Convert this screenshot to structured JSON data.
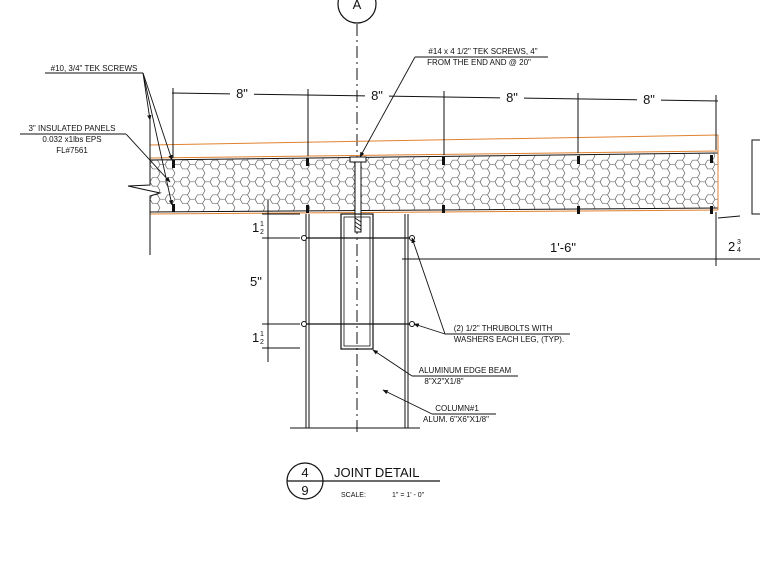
{
  "section_marker": "A",
  "notes": {
    "tek_small": "#10, 3/4\" TEK SCREWS",
    "panels_1": "3\" INSULATED PANELS",
    "panels_2": "0.032 x1lbs EPS",
    "panels_3": "FL#7561",
    "tek_large_1": "#14 x 4 1/2\" TEK SCREWS,  4\"",
    "tek_large_2": "FROM THE END AND @ 20\"",
    "thrubolts_1": "(2) 1/2\" THRUBOLTS WITH",
    "thrubolts_2": "WASHERS EACH LEG, (TYP).",
    "edge_beam_1": "ALUMINUM EDGE BEAM",
    "edge_beam_2": "8\"X2\"X1/8\"",
    "column_1": "COLUMN#1",
    "column_2": "ALUM. 6\"X6\"X1/8\""
  },
  "dimensions": {
    "top": [
      "8\"",
      "8\"",
      "8\"",
      "8\""
    ],
    "span": "1'-6\"",
    "right_whole": "2",
    "right_num": "3",
    "right_den": "4",
    "left_upper_whole": "1",
    "left_upper_num": "1",
    "left_upper_den": "2",
    "left_mid": "5\"",
    "left_lower_whole": "1",
    "left_lower_num": "1",
    "left_lower_den": "2"
  },
  "title_block": {
    "detail_number": "4",
    "sheet_number": "9",
    "title": "JOINT DETAIL",
    "scale_label": "SCALE:",
    "scale_value": "1\" = 1' - 0\""
  },
  "colors": {
    "line": "#111111",
    "panel_skin": "#e0822e",
    "hex_fill": "#555555"
  }
}
